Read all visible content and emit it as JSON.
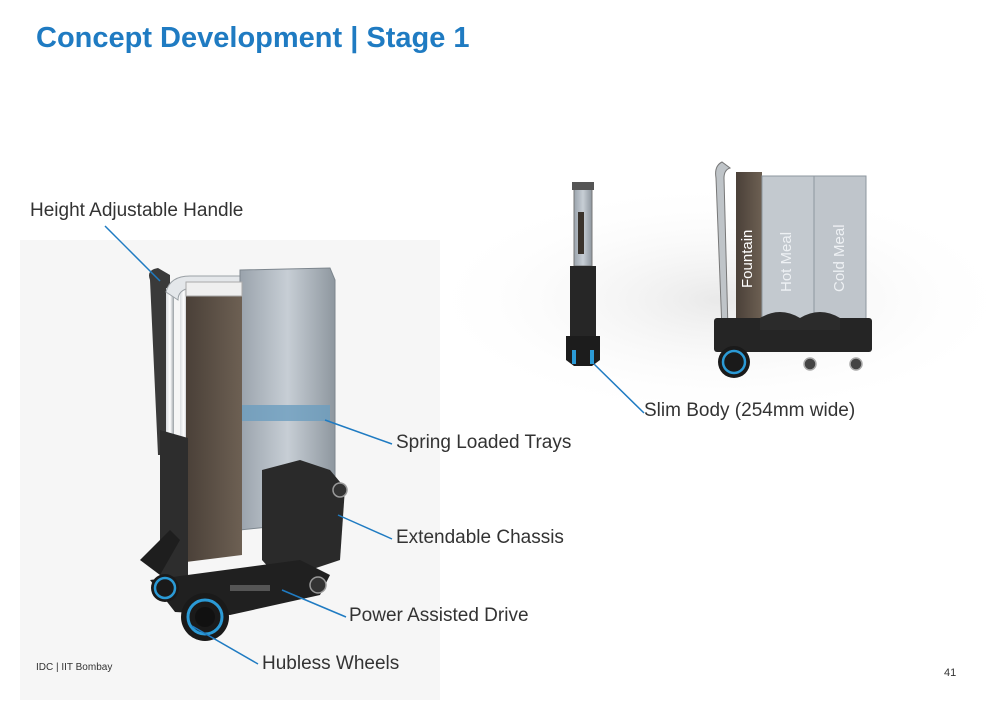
{
  "slide": {
    "title": "Concept Development | Stage 1",
    "footer": "IDC | IIT Bombay",
    "page_number": "41"
  },
  "callouts": {
    "handle": "Height Adjustable Handle",
    "trays": "Spring Loaded Trays",
    "chassis": "Extendable Chassis",
    "drive": "Power Assisted Drive",
    "wheels": "Hubless Wheels",
    "slim": "Slim Body (254mm wide)"
  },
  "compartments": {
    "fountain": "Fountain",
    "hot_meal": "Hot Meal",
    "cold_meal": "Cold Meal"
  },
  "colors": {
    "accent": "#1f7bc2",
    "leader": "#1f7bc2",
    "body_dark": "#2b2b2b",
    "panel_brown": "#5e5246",
    "glass": "#b4bcc4"
  }
}
